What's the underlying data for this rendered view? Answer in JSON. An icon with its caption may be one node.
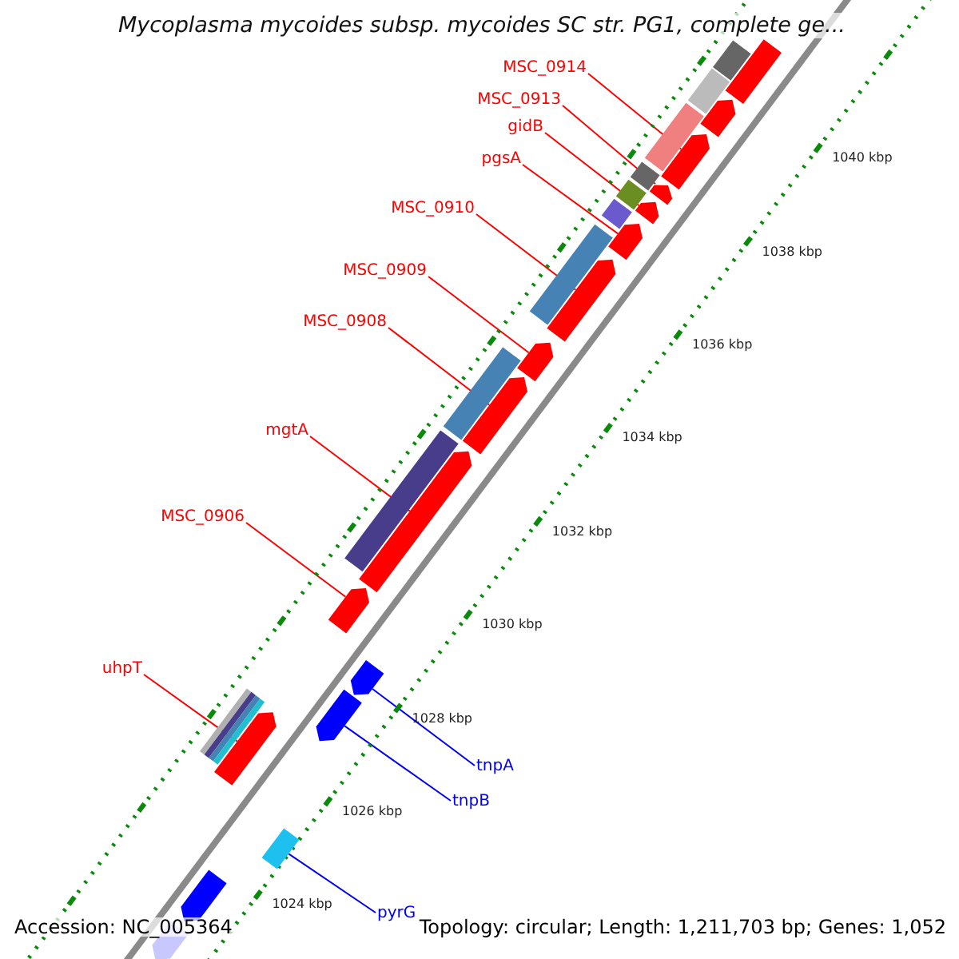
{
  "diagram": {
    "title": "Mycoplasma mycoides subsp. mycoides SC str. PG1, complete ge...",
    "nodes": [
      {
        "text": [
          "MSC_0914"
        ]
      },
      {
        "text": [
          "MSC_0913"
        ]
      },
      {
        "text": [
          "gidB"
        ]
      },
      {
        "text": [
          "pgsA"
        ]
      },
      {
        "text": [
          "MSC_0910"
        ]
      },
      {
        "text": [
          "MSC_0909"
        ]
      },
      {
        "text": [
          "MSC_0908"
        ]
      },
      {
        "text": [
          "mgtA"
        ]
      },
      {
        "text": [
          "MSC_0906"
        ]
      },
      {
        "text": [
          "uhpT"
        ]
      },
      {
        "text": [
          "tnpA"
        ]
      },
      {
        "text": [
          "tnpB"
        ]
      },
      {
        "text": [
          "pyrG"
        ]
      },
      {
        "text": [],
        "shape": "bar"
      },
      {
        "text": [],
        "shape": "bar"
      },
      {
        "text": [],
        "shape": "bar"
      },
      {
        "text": [],
        "shape": "bar"
      },
      {
        "text": [],
        "shape": "bar"
      },
      {
        "text": [],
        "shape": "bar"
      },
      {
        "text": [],
        "shape": "bar"
      },
      {
        "text": [],
        "shape": "bar"
      },
      {
        "text": [],
        "shape": "bar"
      },
      {
        "text": [],
        "shape": "bar"
      },
      {
        "text": [],
        "shape": "bar"
      },
      {
        "text": [],
        "shape": "bar"
      },
      {
        "text": [],
        "shape": "box"
      },
      {
        "text": [],
        "shape": "bar"
      },
      {
        "text": [],
        "shape": "bar"
      },
      {
        "text": [],
        "shape": "bar"
      },
      {
        "text": [],
        "shape": "bar"
      },
      {
        "text": [],
        "shape": "bar"
      },
      {
        "text": [],
        "shape": "bar"
      },
      {
        "text": [],
        "shape": "bar"
      },
      {
        "text": [],
        "shape": "bar"
      },
      {
        "text": [],
        "shape": "bar"
      },
      {
        "text": [],
        "shape": "bar"
      },
      {
        "text": [],
        "shape": "bar"
      },
      {
        "text": [],
        "shape": "bar"
      },
      {
        "text": [],
        "shape": "bar"
      },
      {
        "text": [],
        "shape": "bar"
      }
    ],
    "edges": [
      {
        "from": 0,
        "to": 13,
        "arrow": "none"
      },
      {
        "from": 1,
        "to": 14,
        "arrow": "none"
      },
      {
        "from": 2,
        "to": 15,
        "arrow": "none"
      },
      {
        "from": 3,
        "to": 16,
        "arrow": "none"
      },
      {
        "from": 4,
        "to": 17,
        "arrow": "none"
      },
      {
        "from": 5,
        "to": 18,
        "arrow": "none"
      },
      {
        "from": 6,
        "to": 19,
        "arrow": "none"
      },
      {
        "from": 7,
        "to": 20,
        "arrow": "none"
      },
      {
        "from": 8,
        "to": 21,
        "arrow": "none"
      },
      {
        "from": 9,
        "to": 22,
        "arrow": "none"
      },
      {
        "from": 10,
        "to": 23,
        "arrow": "none",
        "color": "#0000ff"
      },
      {
        "from": 11,
        "to": 24,
        "arrow": "none",
        "color": "#0000ff"
      },
      {
        "from": 12,
        "to": 25,
        "arrow": "none",
        "color": "#0000ff"
      }
    ],
    "labels": [
      "1040 kbp",
      "1038 kbp",
      "1036 kbp",
      "1034 kbp",
      "1032 kbp",
      "1030 kbp",
      "1028 kbp",
      "1026 kbp",
      "1024 kbp",
      "Accession: NC_005364",
      "Topology: circular; Length: 1,211,703 bp; Genes: 1,052"
    ]
  }
}
